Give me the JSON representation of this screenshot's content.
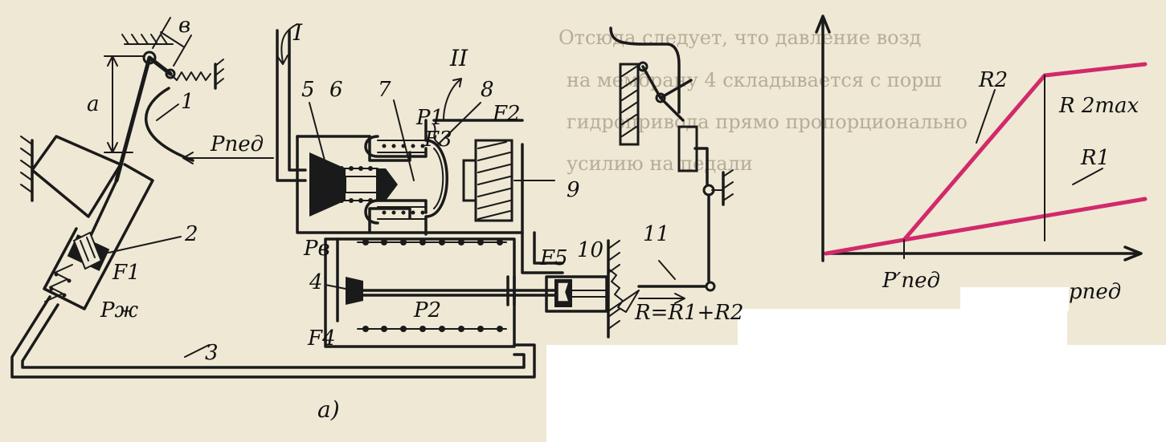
{
  "labels": {
    "a": "a",
    "b": "в",
    "one": "1",
    "two": "2",
    "three": "3",
    "four": "4",
    "five": "5",
    "six": "6",
    "seven": "7",
    "eight": "8",
    "nine": "9",
    "ten": "10",
    "eleven": "11",
    "roman_one": "I",
    "roman_two": "II",
    "p_ped": "Pпед",
    "p1": "P1",
    "f3": "F3",
    "f2": "F2",
    "f1": "F1",
    "f4": "F4",
    "f5": "F5",
    "pv": "Pв",
    "p2": "P2",
    "pzh": "Pж",
    "r_sum": "R=R1+R2",
    "fig_a": "a)"
  },
  "graph": {
    "r2": "R2",
    "r2max": "R 2max",
    "r1": "R1",
    "x_tick": "P′пед",
    "x_label": "pпед",
    "line_color": "#d12a6a"
  },
  "background_text": [
    "Отсюда следует, что давление возд",
    "на мембрану 4 складывается с порш",
    "гидропривода прямо пропорционально",
    "усилию на педали"
  ]
}
